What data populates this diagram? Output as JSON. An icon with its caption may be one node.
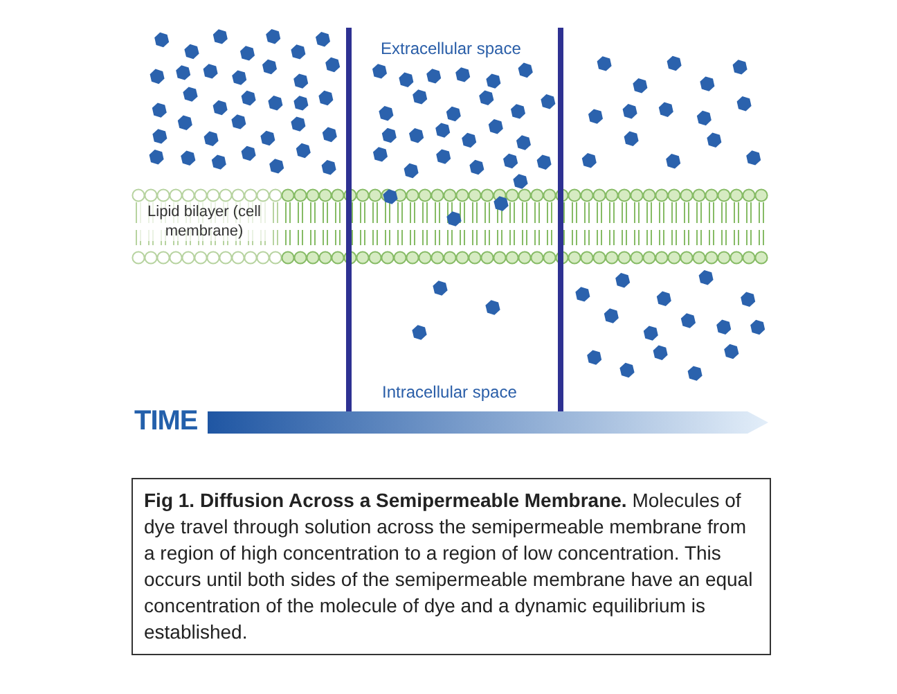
{
  "diagram": {
    "caption": "**Fig 1. Diffusion Across a Semipermeable Membrane.** Molecules of dye travel through solution across the semipermeable membrane from a region of high concentration to a region of low concentration. This occurs until both sides of the semipermeable membrane have an equal concentration of the molecule of dye and a dynamic equilibrium is established.",
    "labels": [
      "Extracellular space",
      "Lipid bilayer (cell membrane)",
      "Intracellular space",
      "TIME"
    ]
  }
}
